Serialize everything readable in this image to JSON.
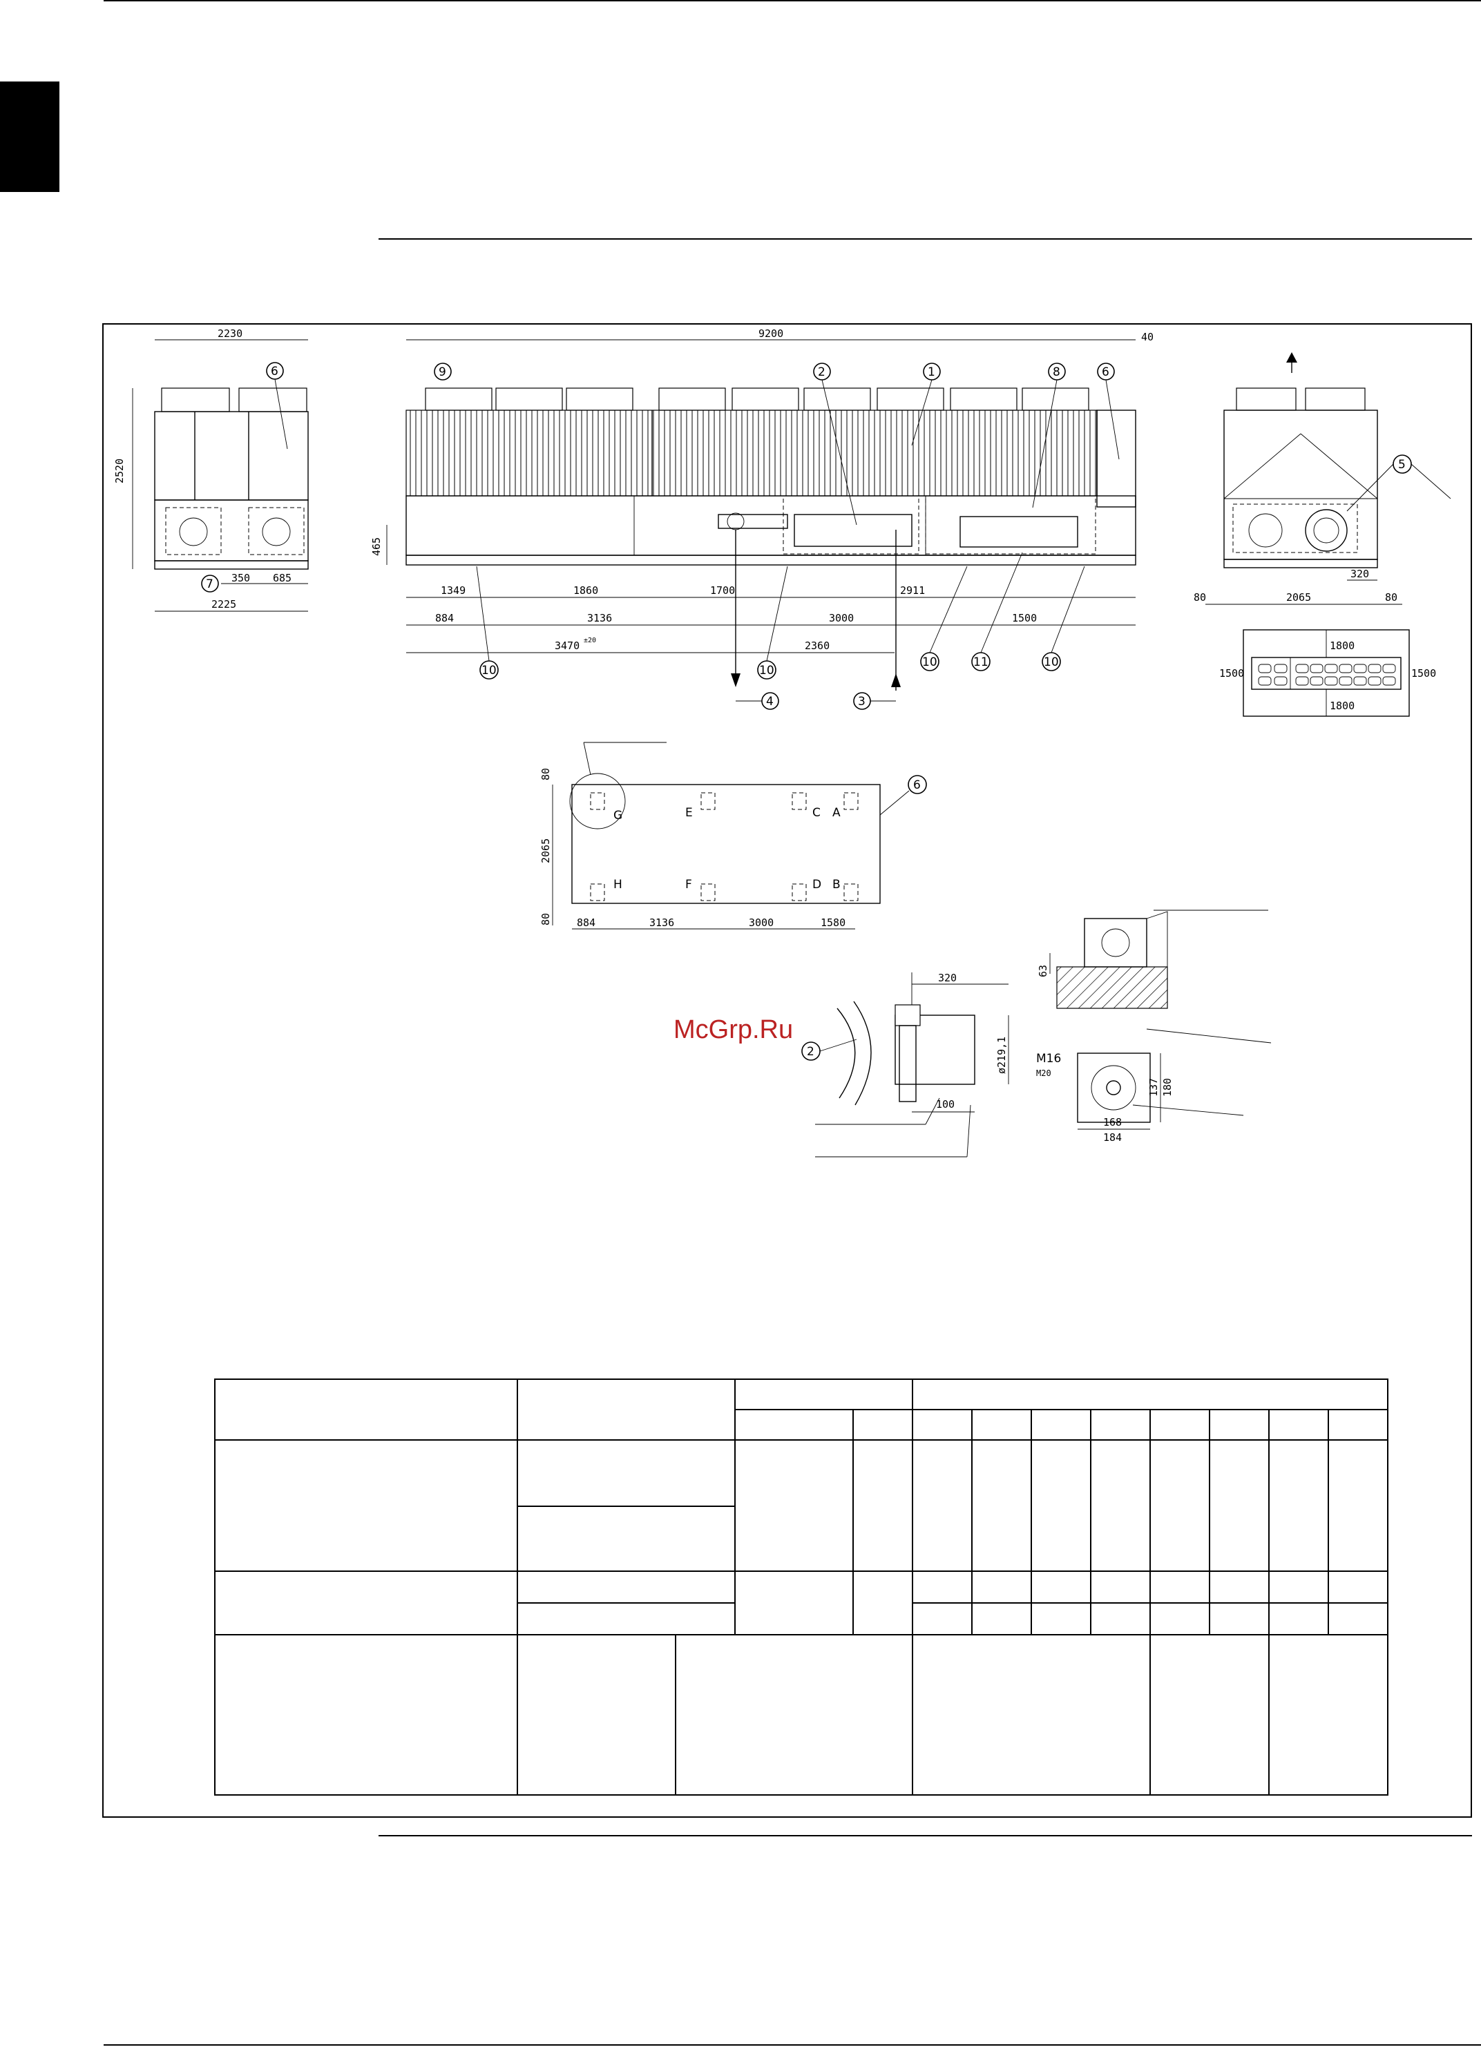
{
  "watermark": {
    "text": "McGrp.Ru"
  },
  "front_view": {
    "width": "2230",
    "height": "2520",
    "base_width": "2225",
    "dim_a": "350",
    "dim_b": "685",
    "callout_top": "6",
    "callout_bottom": "7"
  },
  "side_view": {
    "overall_length": "9200",
    "overhang": "40",
    "base_height": "465",
    "row1": [
      "1349",
      "1860",
      "1700",
      "2911"
    ],
    "row2": [
      "884",
      "3136",
      "3000",
      "1500"
    ],
    "row3_left": "3470",
    "row3_left_tol": "±20",
    "row3_right": "2360",
    "callouts_top": [
      "9",
      "2",
      "1",
      "8",
      "6"
    ],
    "callouts_bottom": [
      "10",
      "10",
      "10",
      "11",
      "10"
    ],
    "arrow_in": "4",
    "arrow_out": "3"
  },
  "end_view": {
    "callout": "5",
    "dim_320": "320",
    "dim_80_left": "80",
    "dim_2065": "2065",
    "dim_80_right": "80"
  },
  "clearance": {
    "top": "1800",
    "bottom": "1800",
    "left": "1500",
    "right": "1500"
  },
  "footprint": {
    "dim_80_top": "80",
    "dim_2065": "2065",
    "dim_80_bottom": "80",
    "bottom_dims": [
      "884",
      "3136",
      "3000",
      "1580"
    ],
    "points_top": [
      "G",
      "E",
      "C",
      "A"
    ],
    "points_bottom": [
      "H",
      "F",
      "D",
      "B"
    ],
    "callout": "6"
  },
  "pipe_detail": {
    "callout": "2",
    "dim_320": "320",
    "diameter": "ø219,1",
    "dim_100": "100"
  },
  "mount_detail": {
    "dim_63": "63",
    "bolt": "M16",
    "bolt_alt": "M20",
    "dim_137": "137",
    "dim_180": "180",
    "dim_168": "168",
    "dim_184": "184"
  }
}
